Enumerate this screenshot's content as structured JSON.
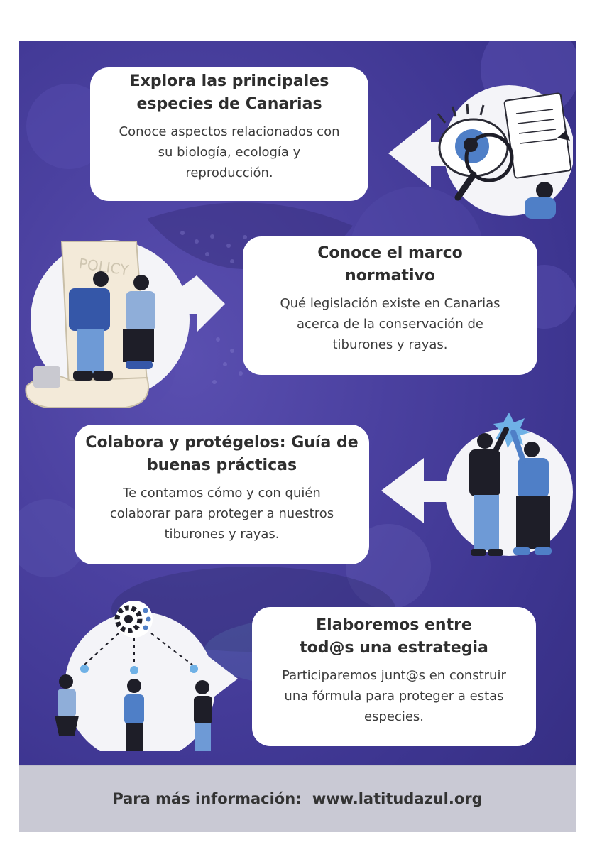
{
  "sections": [
    {
      "title_lines": [
        "Explora las principales",
        "especies de Canarias"
      ],
      "body_lines": [
        "Conoce aspectos relacionados con",
        "su biología, ecología y",
        "reproducción."
      ],
      "illustration": "magnifier-eye-icon"
    },
    {
      "title_lines": [
        "Conoce el marco",
        "normativo"
      ],
      "body_lines": [
        "Qué legislación existe en Canarias",
        "acerca de la conservación de",
        "tiburones y rayas."
      ],
      "illustration": "policy-document-icon",
      "illustration_text": "POLICY"
    },
    {
      "title_lines": [
        "Colabora y protégelos: Guía de",
        "buenas prácticas"
      ],
      "body_lines": [
        "Te contamos cómo y con quién",
        "colaborar para proteger a nuestros",
        "tiburones y rayas."
      ],
      "illustration": "high-five-icon"
    },
    {
      "title_lines": [
        "Elaboremos entre",
        "tod@s una estrategia"
      ],
      "body_lines": [
        "Participaremos junt@s en construir",
        "una fórmula para proteger a estas",
        "especies."
      ],
      "illustration": "network-gear-icon"
    }
  ],
  "footer": {
    "label": "Para más información:",
    "url": "www.latitudazul.org"
  },
  "colors": {
    "background": "#4a41a0",
    "card": "#ffffff",
    "bubble": "#f4f4f8",
    "accent_blue": "#4f7fc7",
    "dark_figure": "#1e1e28",
    "footer": "#c9c9d4"
  }
}
